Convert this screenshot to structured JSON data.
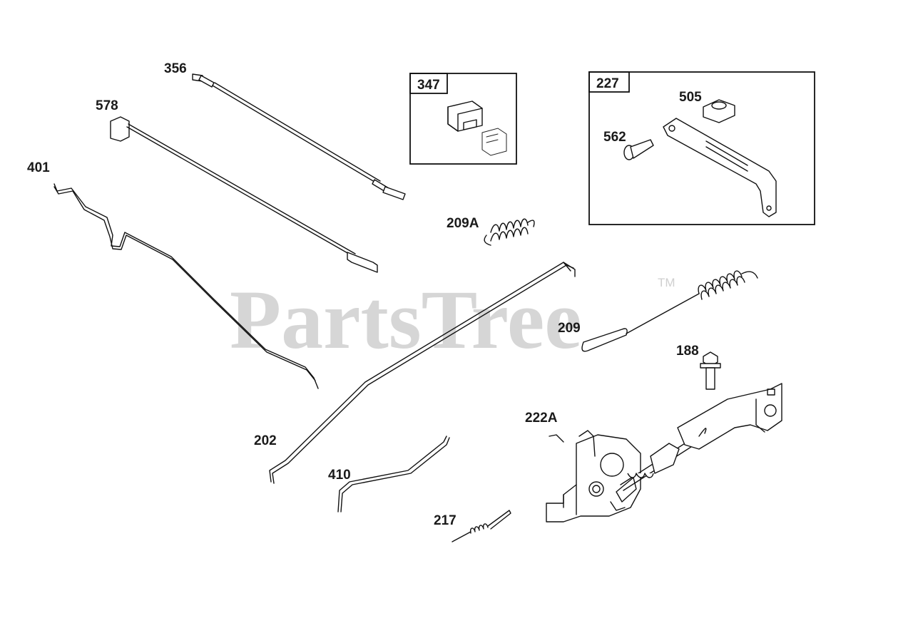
{
  "watermark": {
    "text": "PartsTree",
    "trademark": "TM"
  },
  "parts": [
    {
      "id": "p356",
      "label": "356"
    },
    {
      "id": "p578",
      "label": "578"
    },
    {
      "id": "p401",
      "label": "401"
    },
    {
      "id": "p347",
      "label": "347"
    },
    {
      "id": "p227",
      "label": "227"
    },
    {
      "id": "p505",
      "label": "505"
    },
    {
      "id": "p562",
      "label": "562"
    },
    {
      "id": "p209A",
      "label": "209A"
    },
    {
      "id": "p209",
      "label": "209"
    },
    {
      "id": "p188",
      "label": "188"
    },
    {
      "id": "p222A",
      "label": "222A"
    },
    {
      "id": "p202",
      "label": "202"
    },
    {
      "id": "p410",
      "label": "410"
    },
    {
      "id": "p217",
      "label": "217"
    }
  ]
}
